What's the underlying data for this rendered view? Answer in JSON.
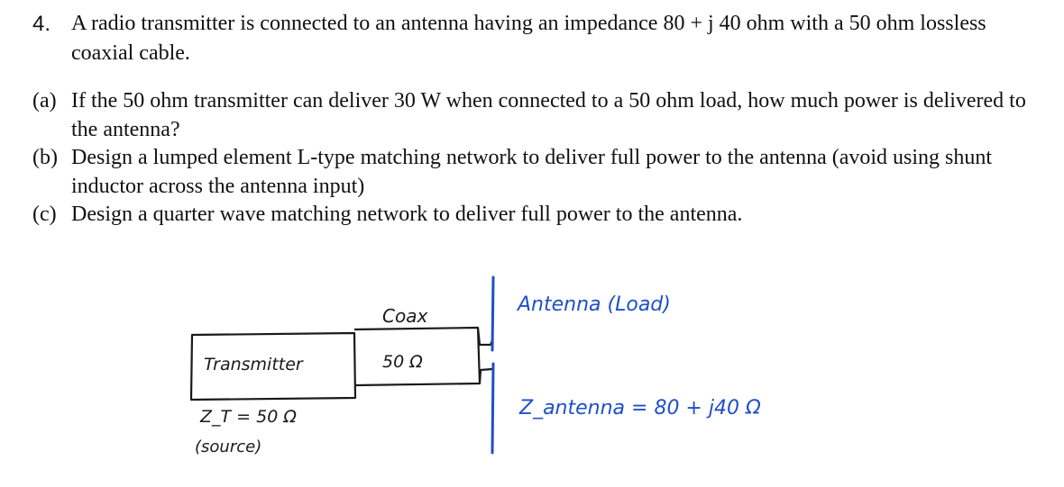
{
  "problem": {
    "number": "4.",
    "statement": "A radio transmitter is connected to an antenna having an impedance 80 + j 40 ohm with a 50 ohm lossless coaxial cable."
  },
  "parts": [
    {
      "label": "(a)",
      "text": "If the 50 ohm transmitter can deliver 30 W when connected to a 50 ohm load, how much power is delivered to the antenna?"
    },
    {
      "label": "(b)",
      "text": "Design a lumped element L-type matching network to deliver full power to the antenna (avoid using shunt inductor across the antenna  input)"
    },
    {
      "label": "(c)",
      "text": "Design a quarter wave matching network to deliver full power to the antenna."
    }
  ],
  "sketch": {
    "coax_label": "Coax",
    "coax_impedance": "50 Ω",
    "transmitter_label": "Transmitter",
    "source_impedance": "Z_T = 50 Ω",
    "source_note": "(source)",
    "antenna_label": "Antenna (Load)",
    "antenna_impedance": "Z_antenna = 80 + j40 Ω",
    "colors": {
      "ink_black": "#1a1a1a",
      "ink_blue": "#1f4fc9"
    }
  }
}
